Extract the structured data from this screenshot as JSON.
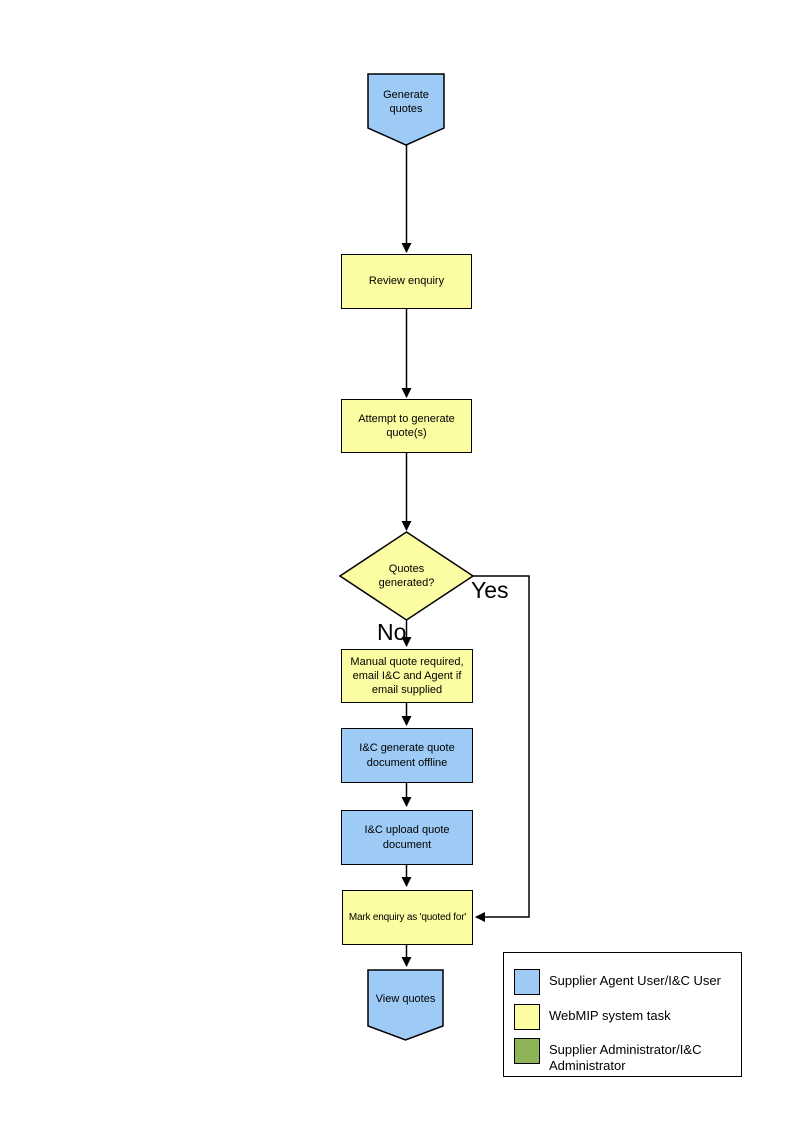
{
  "colors": {
    "actor_blue": "#9ECBF5",
    "system_yellow": "#FCFCA2",
    "admin_green": "#8FB457",
    "line": "#000000",
    "background": "#FFFFFF"
  },
  "flow": {
    "start": {
      "label": "Generate quotes"
    },
    "review": {
      "label": "Review enquiry"
    },
    "attempt": {
      "label": "Attempt to generate quote(s)"
    },
    "decision": {
      "label": "Quotes generated?"
    },
    "decision_yes": "Yes",
    "decision_no": "No",
    "manual": {
      "label": "Manual quote required, email I&C and Agent if email supplied"
    },
    "offline": {
      "label": "I&C generate quote document offline"
    },
    "upload": {
      "label": "I&C upload quote document"
    },
    "mark": {
      "label": "Mark enquiry as 'quoted for'"
    },
    "end": {
      "label": "View quotes"
    }
  },
  "legend": {
    "items": [
      {
        "label": "Supplier Agent User/I&C User",
        "color": "#9ECBF5"
      },
      {
        "label": "WebMIP system task",
        "color": "#FCFCA2"
      },
      {
        "label": "Supplier Administrator/I&C Administrator",
        "color": "#8FB457"
      }
    ]
  }
}
